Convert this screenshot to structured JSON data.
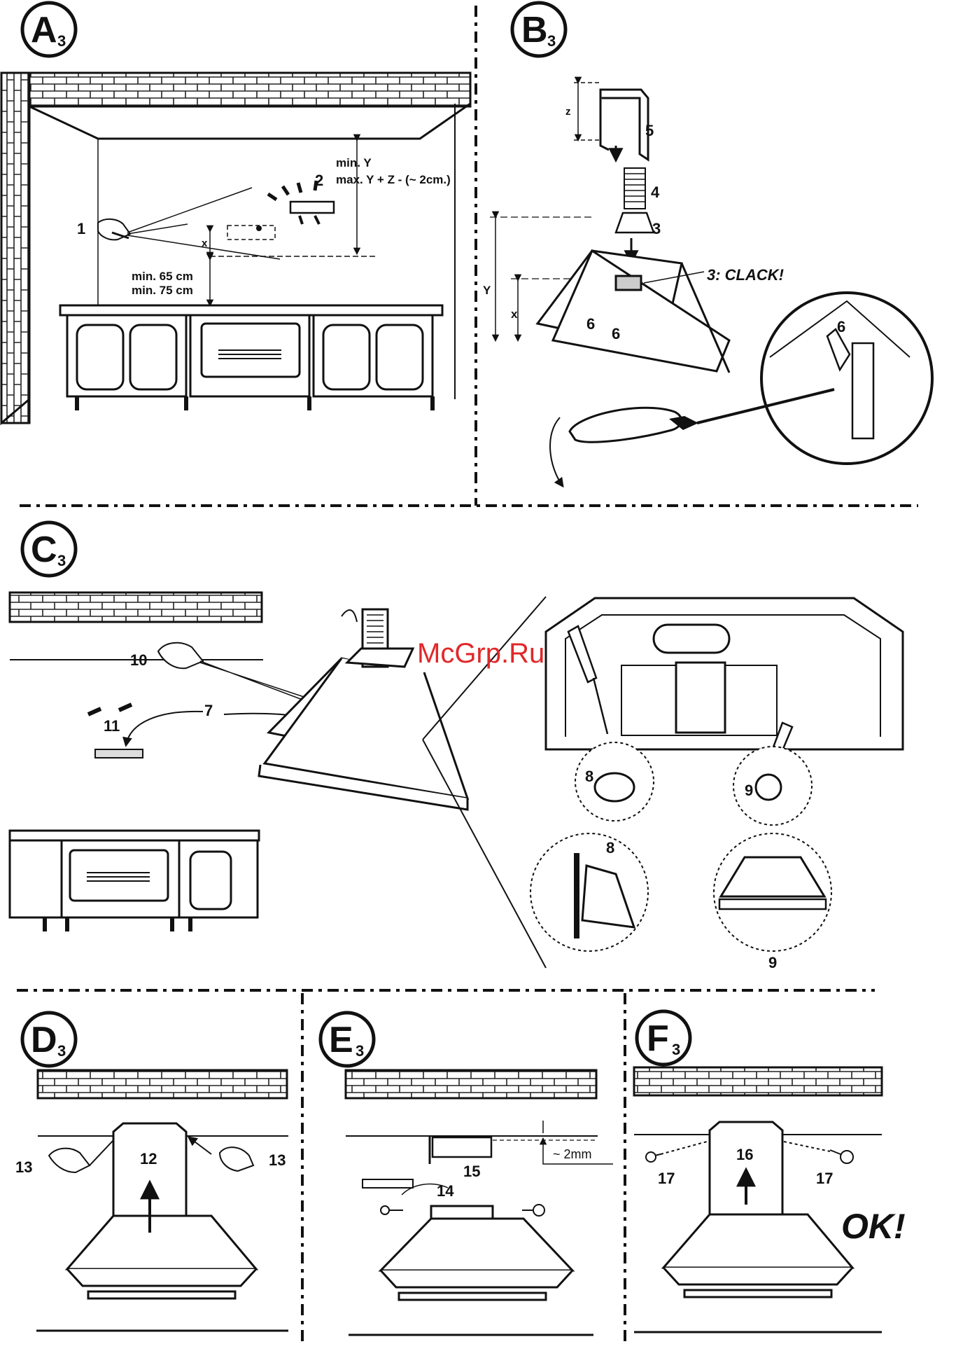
{
  "panels": {
    "A": {
      "letter": "A",
      "sub": "3",
      "num1": "1",
      "num2": "2",
      "x": "x",
      "miny": "min. Y",
      "maxy": "max. Y + Z - (~ 2cm.)",
      "min65": "min. 65 cm",
      "min75": "min. 75 cm"
    },
    "B": {
      "letter": "B",
      "sub": "3",
      "n5": "5",
      "n4": "4",
      "n3": "3",
      "z": "z",
      "y": "Y",
      "x": "x",
      "n6a": "6",
      "n6b": "6",
      "n6c": "6",
      "clack": "3: CLACK!"
    },
    "C": {
      "letter": "C",
      "sub": "3",
      "n10": "10",
      "n11": "11",
      "n7": "7",
      "n8a": "8",
      "n8b": "8",
      "n9a": "9",
      "n9b": "9"
    },
    "D": {
      "letter": "D",
      "sub": "3",
      "n12": "12",
      "n13a": "13",
      "n13b": "13"
    },
    "E": {
      "letter": "E",
      "sub": "3",
      "n14": "14",
      "n15": "15",
      "gap": "~ 2mm"
    },
    "F": {
      "letter": "F",
      "sub": "3",
      "n16": "16",
      "n17a": "17",
      "n17b": "17",
      "ok": "OK!"
    }
  },
  "watermark": "McGrp.Ru"
}
